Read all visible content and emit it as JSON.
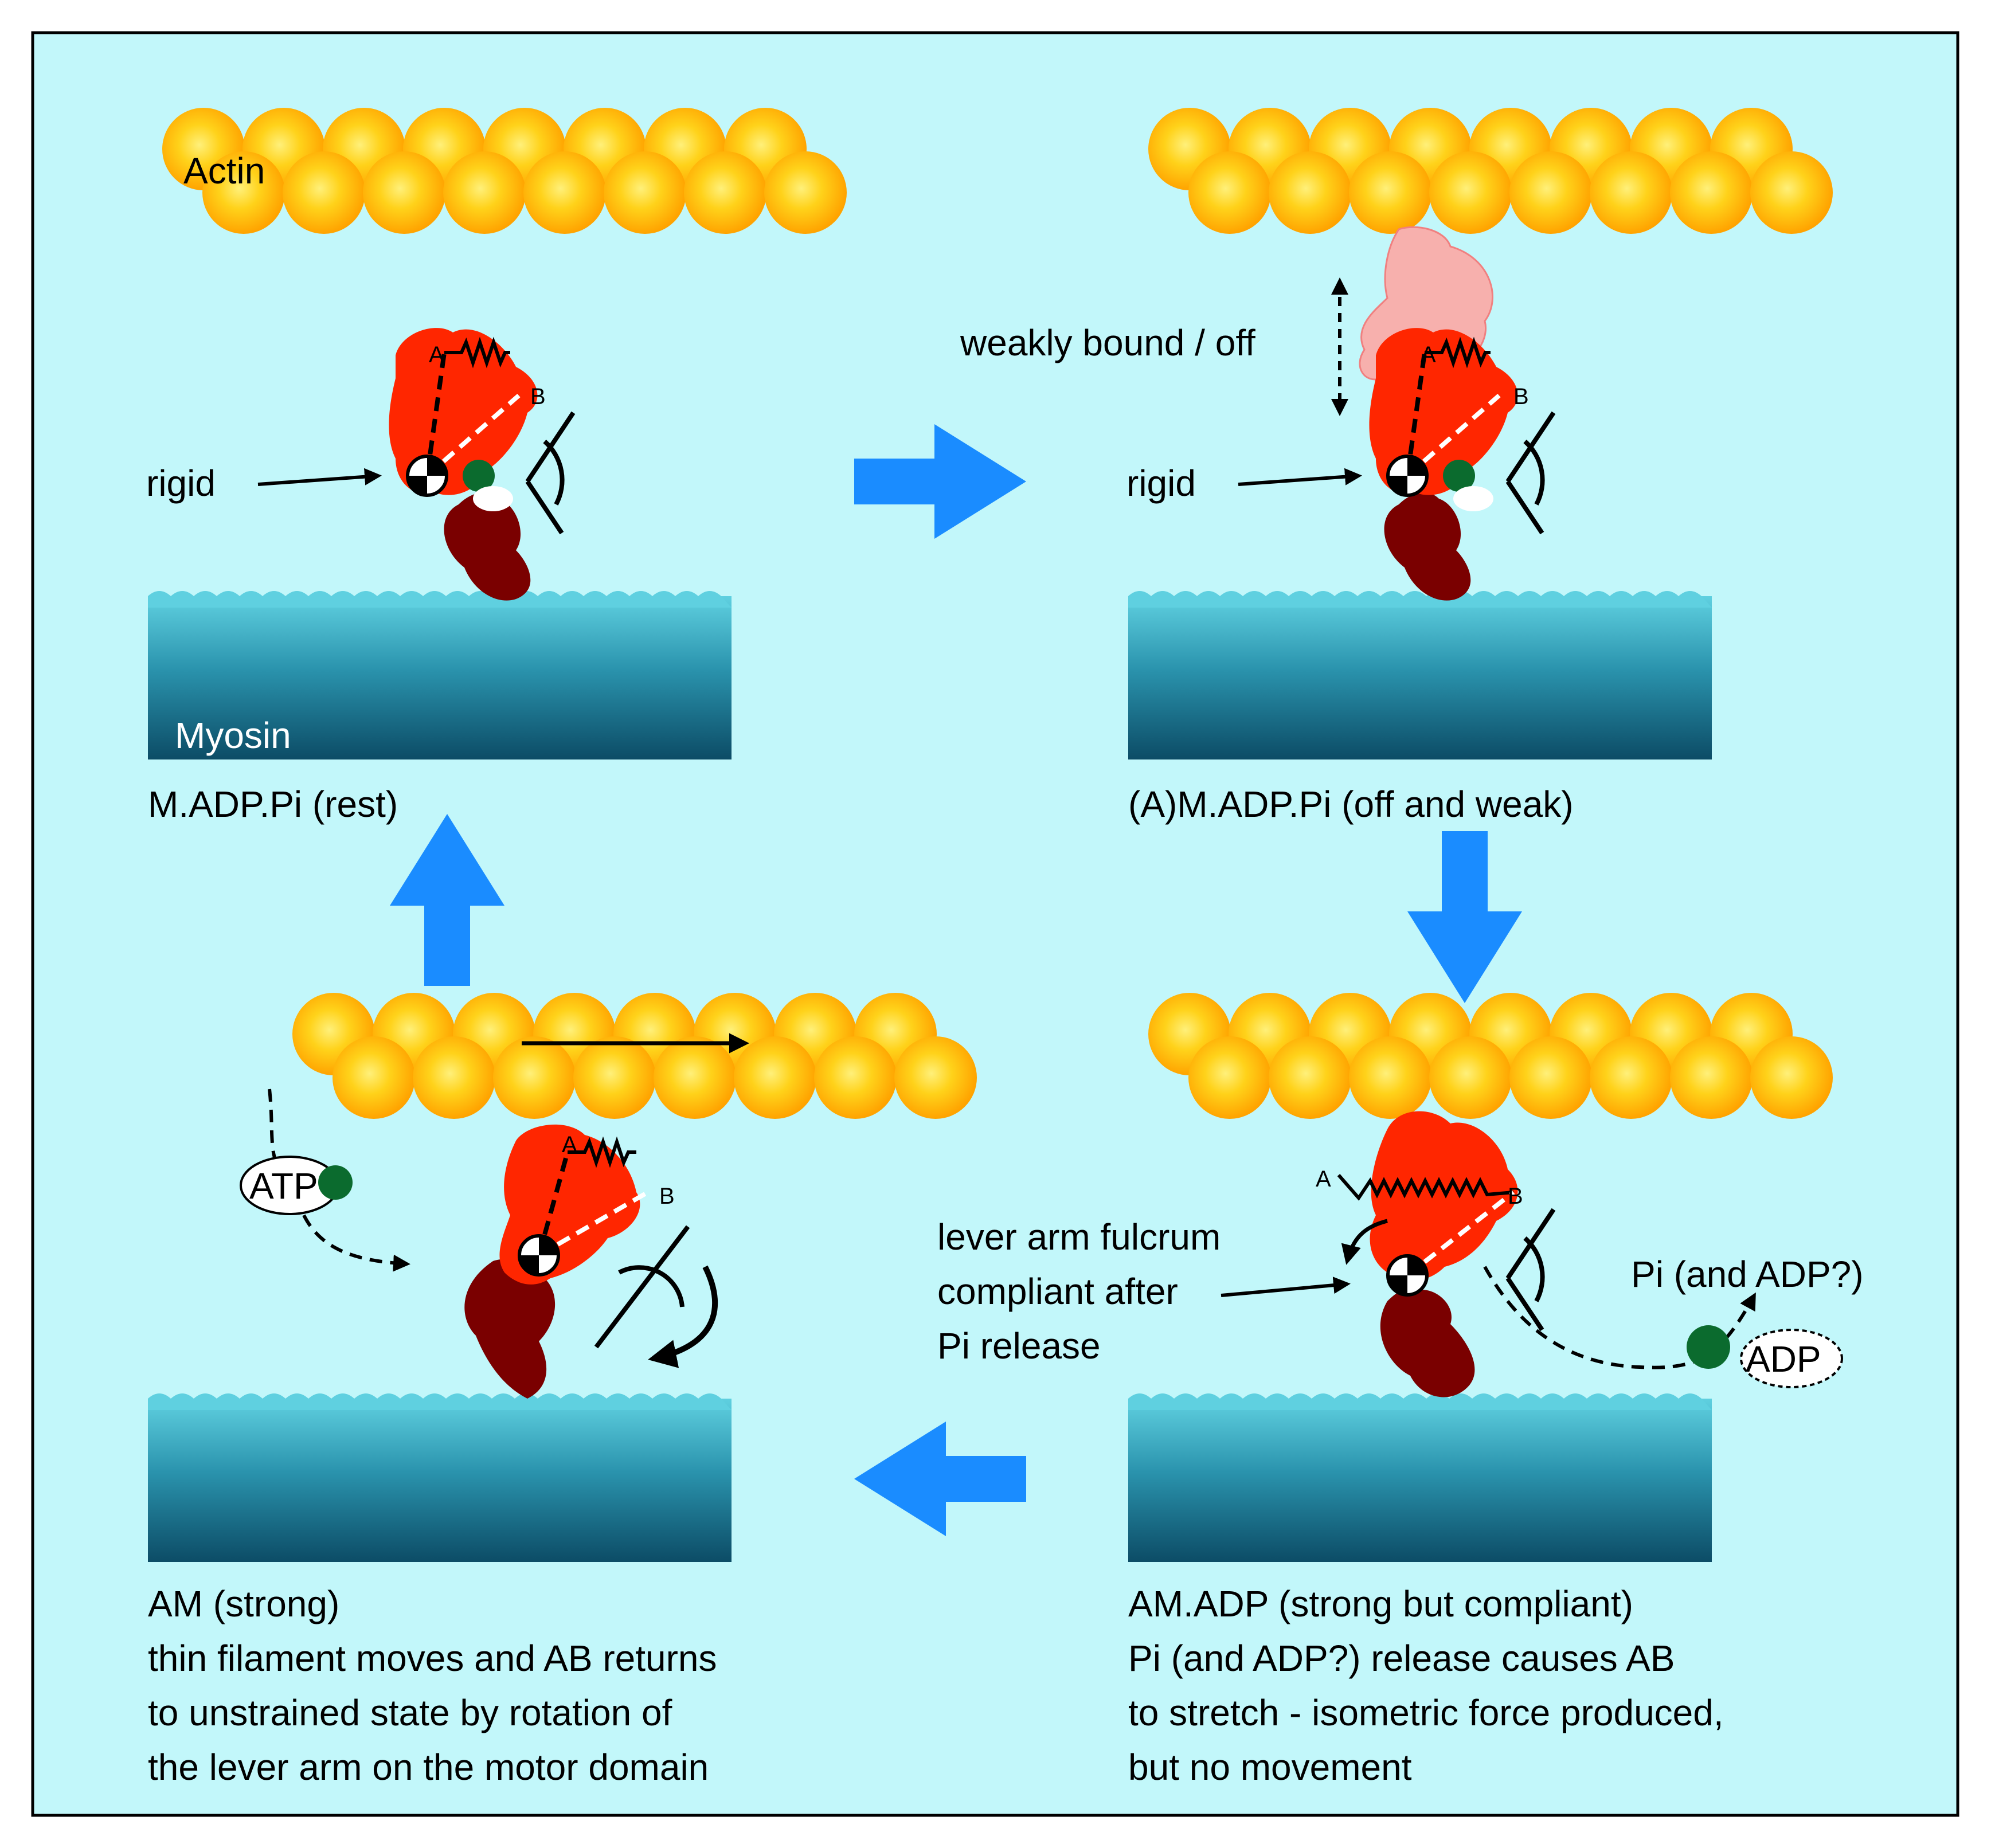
{
  "labels": {
    "actin": "Actin",
    "myosin": "Myosin",
    "weakly_bound": "weakly bound / off",
    "rigid": "rigid",
    "point_a": "A",
    "point_b": "B",
    "atp": "ATP",
    "adp": "ADP",
    "pi_release": "Pi (and ADP?)",
    "fulcrum_line1": "lever arm fulcrum",
    "fulcrum_line2": "compliant after",
    "fulcrum_line3": "Pi release"
  },
  "panels": {
    "rest": {
      "state": "M.ADP.Pi (rest)"
    },
    "weak": {
      "state": "(A)M.ADP.Pi (off and weak)"
    },
    "strong_compliant": {
      "state": "AM.ADP (strong but compliant)",
      "desc": [
        "Pi (and ADP?) release causes AB",
        "to stretch - isometric force produced,",
        "but no movement"
      ]
    },
    "strong": {
      "state": "AM (strong)",
      "desc": [
        "thin filament moves and AB returns",
        "to unstrained state by rotation of",
        "the lever arm on the motor domain"
      ]
    }
  },
  "colors": {
    "background": "#c2f7fa",
    "flow_arrow": "#1a8cff",
    "actin": "#ffb300",
    "motor_domain": "#ff2600",
    "converter": "#7a0000",
    "phosphate": "#0b6b2e",
    "myosin_filament": "#1f8fa6"
  }
}
